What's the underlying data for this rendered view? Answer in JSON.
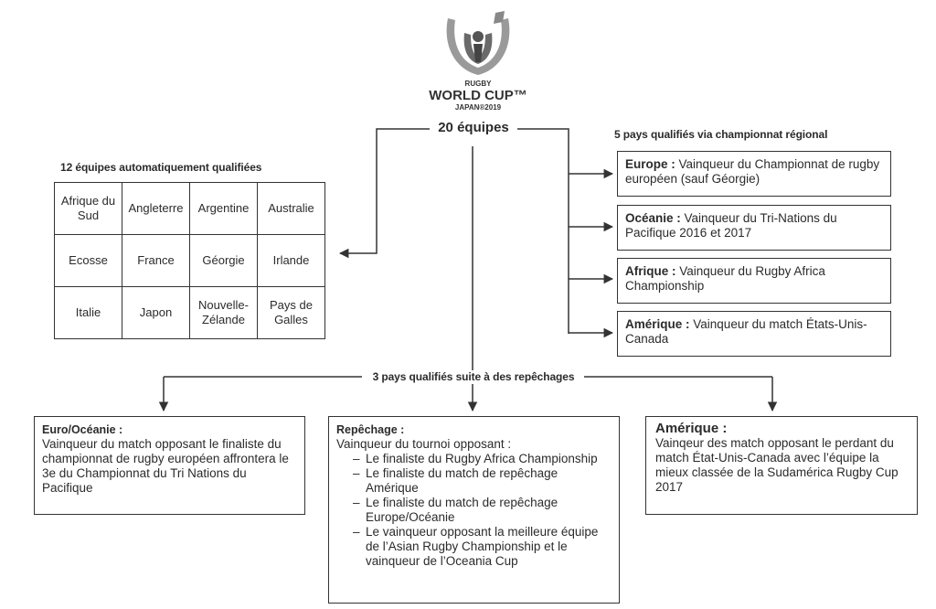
{
  "logo": {
    "line1": "RUGBY",
    "line2": "WORLD CUP™",
    "line3": "JAPAN®2019"
  },
  "center_label": "20 équipes",
  "left": {
    "heading": "12 équipes automatiquement qualifiées",
    "teams": [
      [
        "Afrique du Sud",
        "Angleterre",
        "Argentine",
        "Australie"
      ],
      [
        "Ecosse",
        "France",
        "Géorgie",
        "Irlande"
      ],
      [
        "Italie",
        "Japon",
        "Nouvelle-Zélande",
        "Pays de Galles"
      ]
    ]
  },
  "right": {
    "heading": "5 pays qualifiés via championnat régional",
    "items": [
      {
        "region": "Europe :",
        "text": "Vainqueur du Championnat de rugby européen (sauf Géorgie)"
      },
      {
        "region": "Océanie :",
        "text": "Vainqueur du Tri-Nations du Pacifique 2016 et 2017"
      },
      {
        "region": "Afrique :",
        "text": "Vainqueur du Rugby Africa Championship"
      },
      {
        "region": "Amérique :",
        "text": "Vainqueur du match États-Unis-Canada"
      }
    ]
  },
  "bottom": {
    "heading": "3 pays qualifiés suite à des repêchages",
    "euro": {
      "title": "Euro/Océanie :",
      "text": "Vainqueur du match opposant le finaliste du championnat de rugby européen affrontera le 3e du Championnat du Tri Nations du Pacifique"
    },
    "repechage": {
      "title": "Repêchage :",
      "intro": "Vainqueur du tournoi opposant :",
      "items": [
        "Le finaliste du Rugby Africa Championship",
        "Le finaliste du match de repêchage Amérique",
        "Le finaliste du match de repêchage Europe/Océanie",
        "Le vainqueur opposant la meilleure équipe de l’Asian Rugby Championship et le vainqueur de l’Oceania Cup"
      ]
    },
    "amerique": {
      "title": "Amérique :",
      "text": "Vainqeur des match opposant le perdant du match État-Unis-Canada avec l’équipe la mieux classée de la Sudamérica Rugby Cup 2017"
    }
  }
}
